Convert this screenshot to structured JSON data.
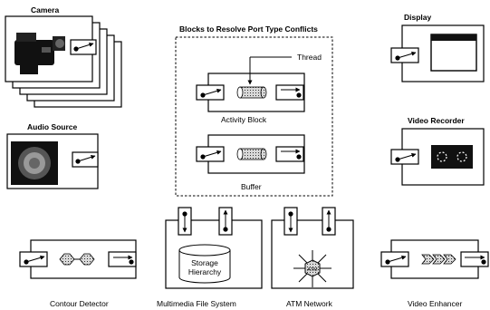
{
  "labels": {
    "camera": "Camera",
    "audio_source": "Audio Source",
    "contour_detector": "Contour Detector",
    "blocks_title": "Blocks to Resolve Port Type Conflicts",
    "thread": "Thread",
    "activity_block": "Activity Block",
    "buffer": "Buffer",
    "multimedia_fs": "Multimedia File System",
    "storage_line1": "Storage",
    "storage_line2": "Hierarchy",
    "atm_network": "ATM Network",
    "atm_hub": "ATM",
    "display": "Display",
    "video_recorder": "Video Recorder",
    "video_enhancer": "Video Enhancer"
  }
}
